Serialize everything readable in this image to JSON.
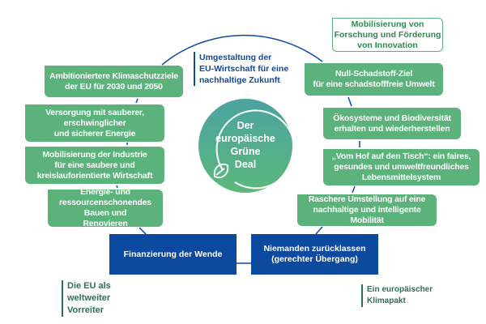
{
  "center": {
    "lines": [
      "Der",
      "europäische",
      "Grüne",
      "Deal"
    ],
    "icon": "leaf-icon"
  },
  "top_text": {
    "lines": [
      "Umgestaltung der",
      "EU-Wirtschaft für eine",
      "nachhaltige Zukunft"
    ]
  },
  "left_boxes": [
    {
      "lines": [
        "Ambitioniertere Klimaschutzziele",
        "der EU für 2030 und 2050"
      ]
    },
    {
      "lines": [
        "Versorgung mit sauberer,",
        "erschwinglicher",
        "und sicherer Energie"
      ]
    },
    {
      "lines": [
        "Mobilisierung der Industrie",
        "für eine saubere und",
        "kreislauforientierte Wirtschaft"
      ]
    },
    {
      "lines": [
        "Energie- und",
        "ressourcenschonendes Bauen und",
        "Renovieren"
      ]
    }
  ],
  "right_boxes": [
    {
      "lines": [
        "Null-Schadstoff-Ziel",
        "für eine schadstofffreie Umwelt"
      ]
    },
    {
      "lines": [
        "Ökosysteme und Biodiversität",
        "erhalten und wiederherstellen"
      ]
    },
    {
      "lines": [
        "„Vom Hof auf den Tisch“: ein faires,",
        "gesundes und umweltfreundliches",
        "Lebensmittelsystem"
      ]
    },
    {
      "lines": [
        "Raschere Umstellung auf eine",
        "nachhaltige und intelligente",
        "Mobilität"
      ]
    }
  ],
  "innovation_box": {
    "lines": [
      "Mobilisierung von",
      "Forschung und Förderung",
      "von Innovation"
    ]
  },
  "bottom_boxes": [
    {
      "lines": [
        "Finanzierung der Wende"
      ]
    },
    {
      "lines": [
        "Niemanden zurücklassen",
        "(gerechter Übergang)"
      ]
    }
  ],
  "side_left": {
    "lines": [
      "Die EU als",
      "weltweiter",
      "Vorreiter"
    ]
  },
  "side_right": {
    "lines": [
      "Ein europäischer",
      "Klimapakt"
    ]
  },
  "colors": {
    "green": "#5bb27a",
    "blue": "#0c4aa0",
    "dark_green": "#2e6e5a"
  }
}
